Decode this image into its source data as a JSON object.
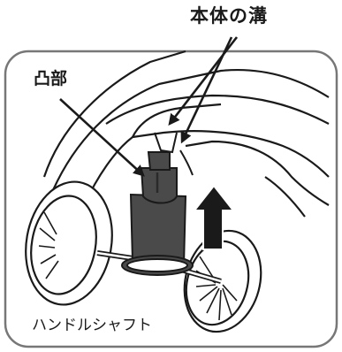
{
  "labels": {
    "body_groove": "本体の溝",
    "protrusion": "凸部",
    "handle_shaft": "ハンドルシャフト"
  },
  "colors": {
    "outline": "#1a1a1a",
    "shaft_part": "#4a4a4a",
    "frame_border": "#777777",
    "background": "#ffffff"
  },
  "icons": [
    "up-arrow-icon",
    "pointer-arrow-icon"
  ]
}
